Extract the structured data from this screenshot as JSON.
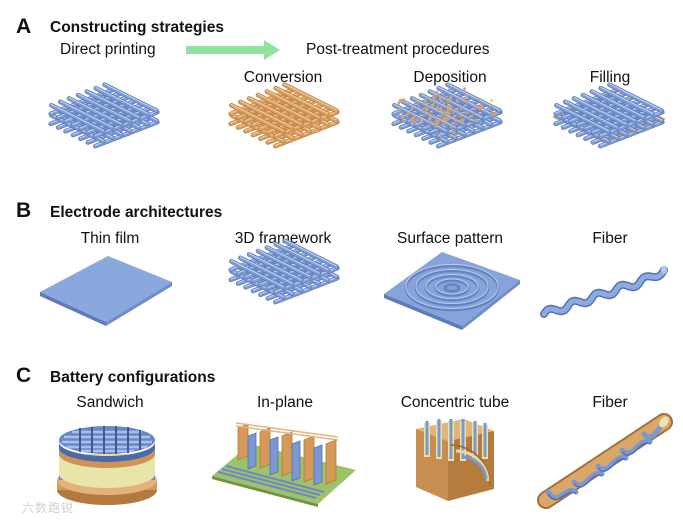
{
  "panels": [
    {
      "letter": "A",
      "title": "Constructing strategies",
      "flow": {
        "from": "Direct printing",
        "to": "Post-treatment procedures"
      },
      "items": [
        {
          "label": "",
          "icon": "blue-lattice-scaffold-icon"
        },
        {
          "label": "Conversion",
          "icon": "orange-lattice-scaffold-icon"
        },
        {
          "label": "Deposition",
          "icon": "particle-coated-lattice-icon"
        },
        {
          "label": "Filling",
          "icon": "filled-lattice-scaffold-icon"
        }
      ]
    },
    {
      "letter": "B",
      "title": "Electrode architectures",
      "items": [
        {
          "label": "Thin film",
          "icon": "thin-film-slab-icon"
        },
        {
          "label": "3D framework",
          "icon": "lattice-framework-icon"
        },
        {
          "label": "Surface pattern",
          "icon": "spiral-pattern-slab-icon"
        },
        {
          "label": "Fiber",
          "icon": "wavy-fiber-icon"
        }
      ]
    },
    {
      "letter": "C",
      "title": "Battery configurations",
      "items": [
        {
          "label": "Sandwich",
          "icon": "stacked-cell-icon"
        },
        {
          "label": "In-plane",
          "icon": "interdigitated-cell-icon"
        },
        {
          "label": "Concentric tube",
          "icon": "concentric-tube-cube-icon"
        },
        {
          "label": "Fiber",
          "icon": "twisted-fiber-cell-icon"
        }
      ]
    }
  ],
  "colors": {
    "blue": "#7f9ed8",
    "blue_dark": "#5a77b4",
    "orange": "#dca163",
    "orange_dark": "#b97d3f",
    "arrow": "#8fe39a",
    "green": "#8fb84e",
    "yellow": "#eeeab0"
  },
  "watermark": "六数跑锐"
}
